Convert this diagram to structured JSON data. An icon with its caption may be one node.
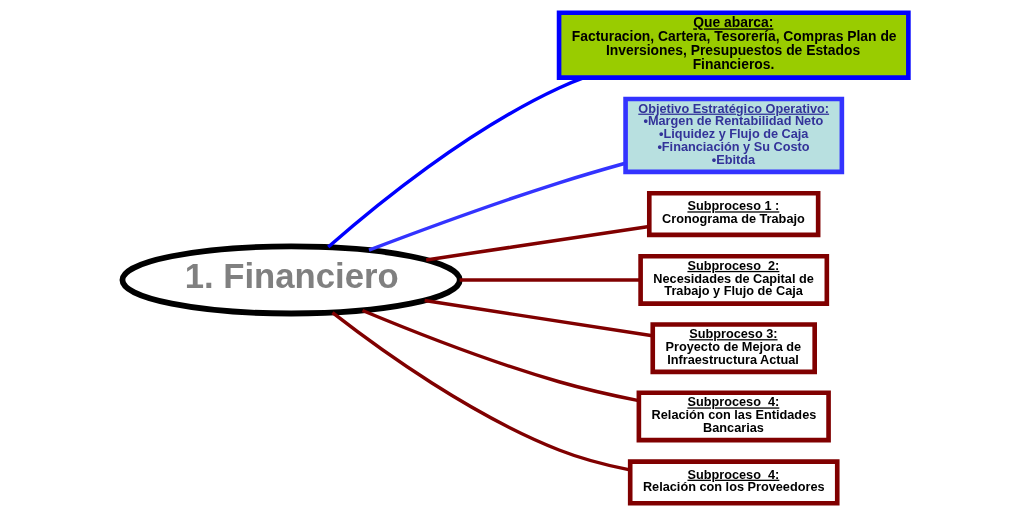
{
  "diagram": {
    "nodes": [
      {
        "text": [
          "1. Financiero"
        ]
      },
      {
        "text": [
          "Que abarca:",
          "Facturacion, Cartera, Tesorería, Compras Plan de Inversiones, Presupuestos de Estados Financieros."
        ]
      },
      {
        "text": [
          "Objetivo Estratégico Operativo:",
          "•Margen de Rentabilidad Neto",
          "•Liquidez y Flujo de Caja",
          "•Financiación y Su Costo",
          "•Ebitda"
        ]
      },
      {
        "text": [
          "Subproceso 1 :",
          "Cronograma de Trabajo"
        ]
      },
      {
        "text": [
          "Subproceso  2:",
          "Necesidades de Capital de Trabajo y Flujo de Caja"
        ]
      },
      {
        "text": [
          "Subproceso 3:",
          "Proyecto de Mejora de Infraestructura Actual"
        ]
      },
      {
        "text": [
          "Subproceso  4:",
          "Relación con las Entidades Bancarias"
        ]
      },
      {
        "text": [
          "Subproceso  4:",
          "Relación con los Proveedores"
        ]
      }
    ],
    "edges": [
      {
        "from": 0,
        "to": 1,
        "arrow": "none",
        "color": "#0000ff"
      },
      {
        "from": 0,
        "to": 2,
        "arrow": "none",
        "color": "#3333ff"
      },
      {
        "from": 0,
        "to": 3,
        "arrow": "none"
      },
      {
        "from": 0,
        "to": 4,
        "arrow": "none"
      },
      {
        "from": 0,
        "to": 5,
        "arrow": "none"
      },
      {
        "from": 0,
        "to": 6,
        "arrow": "none"
      },
      {
        "from": 0,
        "to": 7,
        "arrow": "none"
      }
    ]
  }
}
